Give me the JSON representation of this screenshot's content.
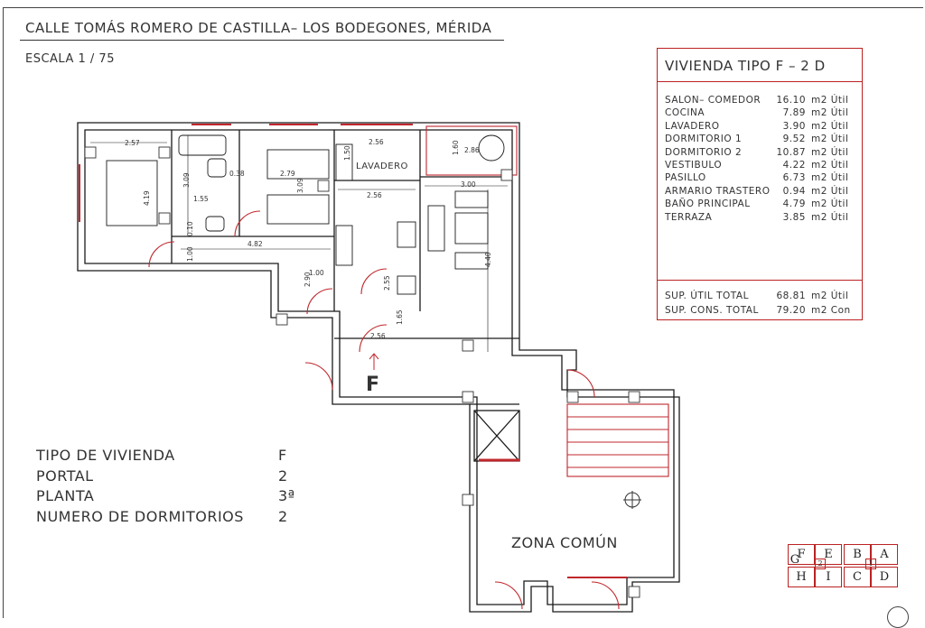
{
  "header": {
    "street": "CALLE TOMÁS ROMERO DE CASTILLA– LOS BODEGONES, MÉRIDA",
    "scale": "ESCALA  1 / 75"
  },
  "schedule": {
    "title": "VIVIENDA TIPO F – 2 D",
    "rows": [
      {
        "name": "SALON– COMEDOR",
        "value": "16.10",
        "unit": "m2 Útil"
      },
      {
        "name": "COCINA",
        "value": "7.89",
        "unit": "m2 Útil"
      },
      {
        "name": "LAVADERO",
        "value": "3.90",
        "unit": "m2 Útil"
      },
      {
        "name": "DORMITORIO 1",
        "value": "9.52",
        "unit": "m2 Útil"
      },
      {
        "name": "DORMITORIO 2",
        "value": "10.87",
        "unit": "m2 Útil"
      },
      {
        "name": "VESTIBULO",
        "value": "4.22",
        "unit": "m2 Útil"
      },
      {
        "name": "PASILLO",
        "value": "6.73",
        "unit": "m2 Útil"
      },
      {
        "name": "ARMARIO TRASTERO",
        "value": "0.94",
        "unit": "m2 Útil"
      },
      {
        "name": "BAÑO PRINCIPAL",
        "value": "4.79",
        "unit": "m2 Útil"
      },
      {
        "name": "TERRAZA",
        "value": "3.85",
        "unit": "m2 Útil"
      }
    ],
    "totals": [
      {
        "name": "SUP. ÚTIL TOTAL",
        "value": "68.81",
        "unit": "m2 Útil"
      },
      {
        "name": "SUP. CONS. TOTAL",
        "value": "79.20",
        "unit": "m2 Con"
      }
    ]
  },
  "info": [
    {
      "label": "TIPO DE VIVIENDA",
      "value": "F"
    },
    {
      "label": "PORTAL",
      "value": "2"
    },
    {
      "label": "PLANTA",
      "value": "3ª"
    },
    {
      "label": "NUMERO DE DORMITORIOS",
      "value": "2"
    }
  ],
  "plan": {
    "unit_letter": "F",
    "laundry_label": "LAVADERO",
    "common_zone": "ZONA COMÚN",
    "dimensions": [
      "2.57",
      "4.19",
      "3.09",
      "1.55",
      "0.38",
      "1.00",
      "0.10",
      "4.82",
      "2.79",
      "3.09",
      "2.56",
      "1.50",
      "2.56",
      "1.60",
      "2.86",
      "3.00",
      "4.40",
      "2.90",
      "1.00",
      "2.55",
      "1.65",
      "2.56"
    ]
  },
  "key_plan": {
    "cells": [
      "F",
      "E",
      "B",
      "A",
      "G",
      "2",
      "1",
      "H",
      "I",
      "C",
      "D"
    ]
  },
  "colors": {
    "wall": "#1a1a1a",
    "accent": "#c0272d"
  },
  "icons": {
    "north": "north-arrow-icon"
  }
}
